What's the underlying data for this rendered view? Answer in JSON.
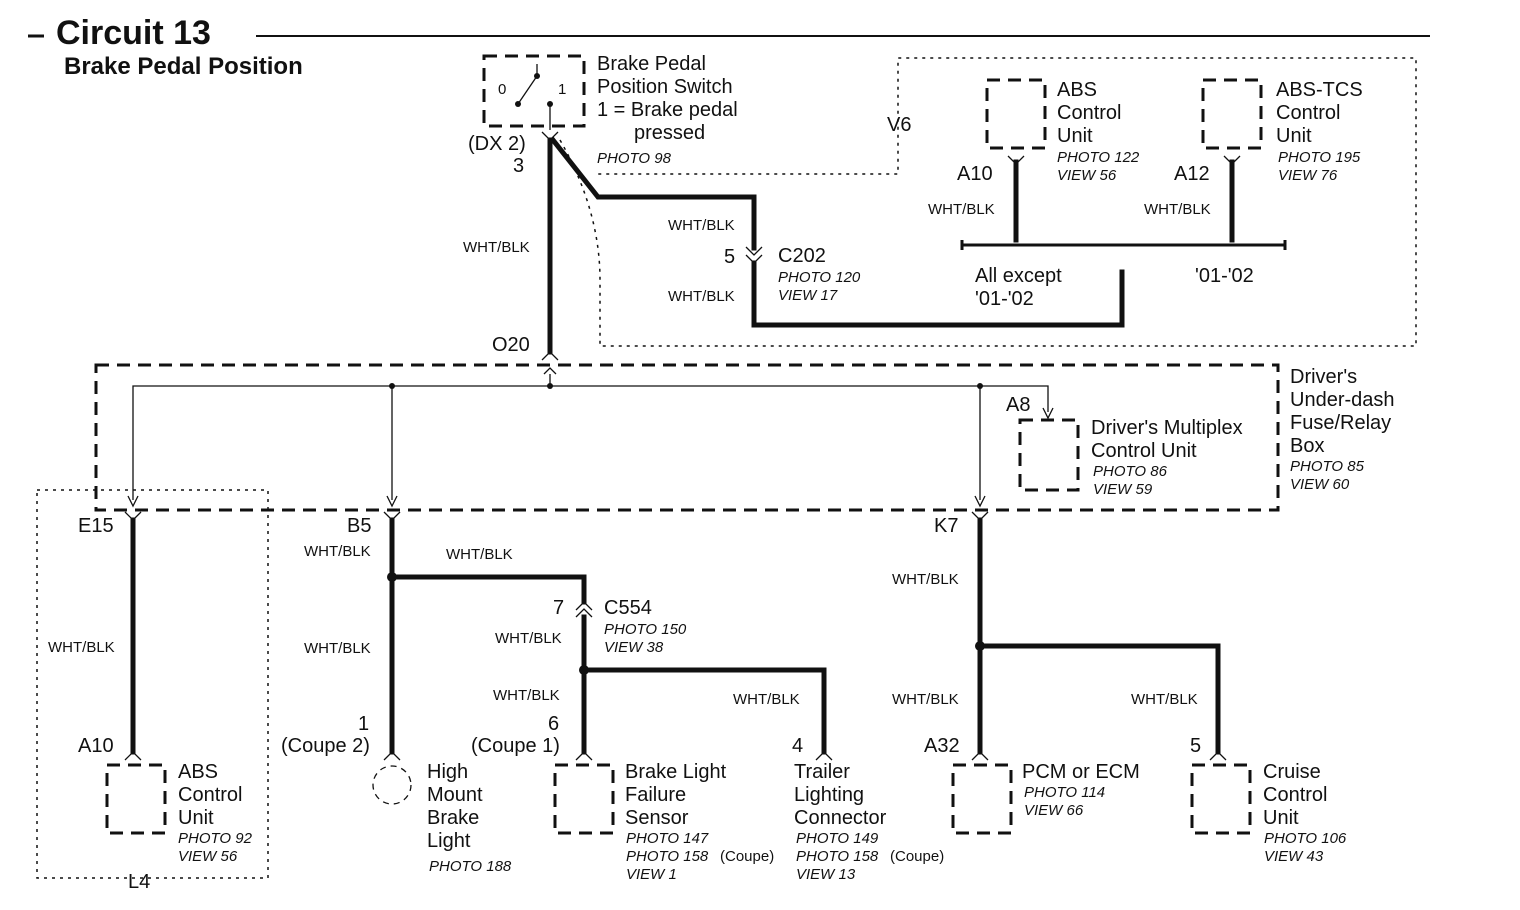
{
  "header": {
    "circuit_title": "Circuit 13",
    "subtitle": "Brake Pedal Position"
  },
  "wire_color": "WHT/BLK",
  "components": {
    "brake_switch": {
      "name_lines": [
        "Brake Pedal",
        "Position Switch",
        "1 = Brake pedal",
        "pressed"
      ],
      "photo": "PHOTO 98",
      "pos0": "0",
      "pos1": "1",
      "dx_label": "(DX 2)",
      "pin": "3"
    },
    "v6_region": "V6",
    "abs_unit_top": {
      "name_lines": [
        "ABS",
        "Control",
        "Unit"
      ],
      "photo": "PHOTO 122",
      "view": "VIEW 56",
      "pin": "A10"
    },
    "abs_tcs_unit": {
      "name_lines": [
        "ABS-TCS",
        "Control",
        "Unit"
      ],
      "photo": "PHOTO 195",
      "view": "VIEW 76",
      "pin": "A12"
    },
    "c202": {
      "name": "C202",
      "photo": "PHOTO 120",
      "view": "VIEW 17",
      "pin": "5"
    },
    "all_except_lines": [
      "All except",
      "'01-'02"
    ],
    "year_0102": "'01-'02",
    "o20": "O20",
    "fuse_box": {
      "name_lines": [
        "Driver's",
        "Under-dash",
        "Fuse/Relay",
        "Box"
      ],
      "photo": "PHOTO 85",
      "view": "VIEW 60"
    },
    "multiplex": {
      "name_lines": [
        "Driver's Multiplex",
        "Control Unit"
      ],
      "photo": "PHOTO 86",
      "view": "VIEW 59",
      "pin": "A8"
    },
    "pins_fuse_box": {
      "e15": "E15",
      "b5": "B5",
      "k7": "K7"
    },
    "abs_unit_bottom": {
      "name_lines": [
        "ABS",
        "Control",
        "Unit"
      ],
      "photo": "PHOTO 92",
      "view": "VIEW 56",
      "pin": "A10",
      "region": "L4"
    },
    "high_mount": {
      "name_lines": [
        "High",
        "Mount",
        "Brake",
        "Light"
      ],
      "photo": "PHOTO 188",
      "pin": "1",
      "variant": "(Coupe 2)"
    },
    "c554": {
      "name": "C554",
      "photo": "PHOTO 150",
      "view": "VIEW 38",
      "pin": "7"
    },
    "brake_light_sensor": {
      "name_lines": [
        "Brake Light",
        "Failure",
        "Sensor"
      ],
      "photo1": "PHOTO 147",
      "photo2": "PHOTO 158",
      "photo2_note": "(Coupe)",
      "view": "VIEW 1",
      "pin": "6",
      "variant": "(Coupe 1)"
    },
    "trailer": {
      "name_lines": [
        "Trailer",
        "Lighting",
        "Connector"
      ],
      "photo1": "PHOTO 149",
      "photo2": "PHOTO 158",
      "photo2_note": "(Coupe)",
      "view": "VIEW 13",
      "pin": "4"
    },
    "pcm": {
      "name": "PCM or ECM",
      "photo": "PHOTO 114",
      "view": "VIEW 66",
      "pin": "A32"
    },
    "cruise": {
      "name_lines": [
        "Cruise",
        "Control",
        "Unit"
      ],
      "photo": "PHOTO 106",
      "view": "VIEW 43",
      "pin": "5"
    }
  }
}
